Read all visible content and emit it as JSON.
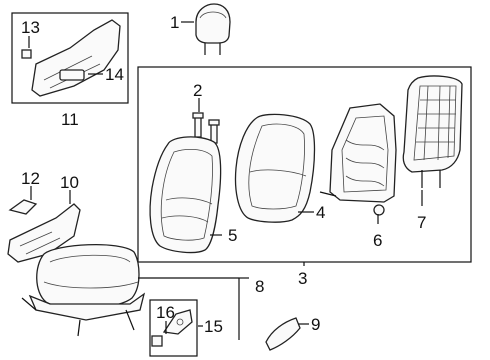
{
  "callouts": {
    "c1": "1",
    "c2": "2",
    "c3": "3",
    "c4": "4",
    "c5": "5",
    "c6": "6",
    "c7": "7",
    "c8": "8",
    "c9": "9",
    "c10": "10",
    "c11": "11",
    "c12": "12",
    "c13": "13",
    "c14": "14",
    "c15": "15",
    "c16": "16"
  },
  "parts": {
    "p1": "headrest-icon",
    "p2": "headrest-guides-icon",
    "p4": "backrest-cover-icon",
    "p5": "backrest-pad-icon",
    "p6": "backrest-frame-icon",
    "p7": "back-panel-icon",
    "p8": "seat-cushion-icon",
    "p9": "recliner-cover-icon",
    "p10": "side-shield-icon",
    "p11": "shield-assembly-icon",
    "p12": "clip-icon",
    "p13": "small-clip-icon",
    "p14": "lever-icon",
    "p15": "bracket-icon",
    "p16": "bracket-clip-icon"
  }
}
